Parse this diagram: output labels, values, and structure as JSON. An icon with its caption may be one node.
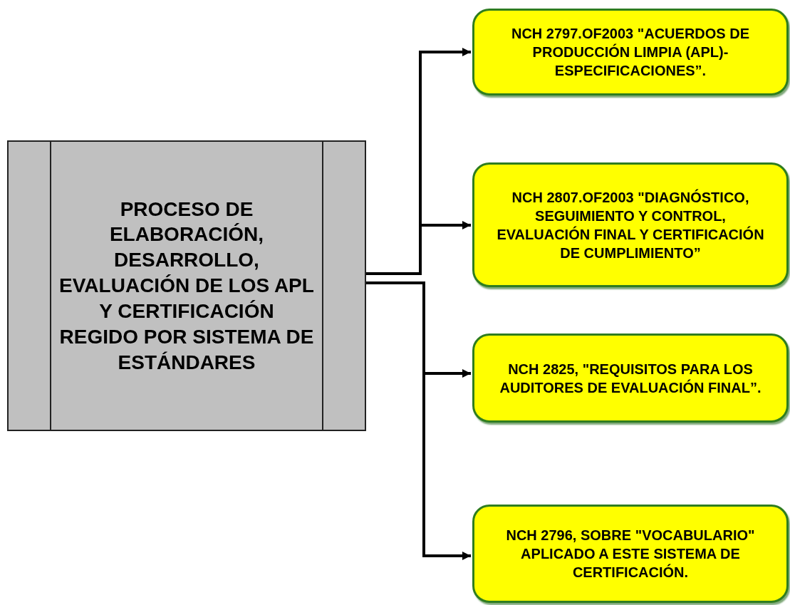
{
  "diagram": {
    "nodes": [
      {
        "text": [
          "PROCESO DE ELABORACIÓN, DESARROLLO, EVALUACIÓN DE LOS APL Y CERTIFICACIÓN REGIDO POR SISTEMA DE ESTÁNDARES"
        ]
      },
      {
        "text": [
          "NCH 2797.OF2003 \"ACUERDOS DE PRODUCCIÓN LIMPIA (APL)-ESPECIFICACIONES”."
        ]
      },
      {
        "text": [
          "NCH 2807.OF2003 \"DIAGNÓSTICO, SEGUIMIENTO Y CONTROL, EVALUACIÓN FINAL Y CERTIFICACIÓN DE CUMPLIMIENTO”"
        ]
      },
      {
        "text": [
          "NCH 2825, \"REQUISITOS PARA LOS AUDITORES DE EVALUACIÓN FINAL”."
        ]
      },
      {
        "text": [
          "NCH 2796, SOBRE \"VOCABULARIO\" APLICADO A ESTE SISTEMA DE CERTIFICACIÓN."
        ]
      }
    ],
    "edges": [
      {
        "from": 0,
        "to": 1,
        "arrow": "to"
      },
      {
        "from": 0,
        "to": 2,
        "arrow": "to"
      },
      {
        "from": 0,
        "to": 3,
        "arrow": "to"
      },
      {
        "from": 0,
        "to": 4,
        "arrow": "to"
      }
    ]
  }
}
